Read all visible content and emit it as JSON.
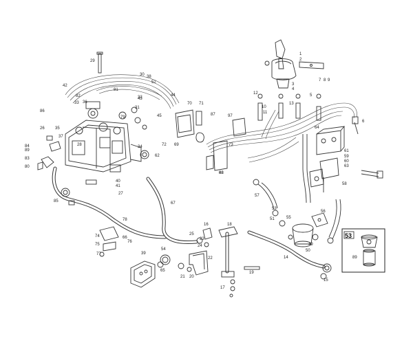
{
  "callouts": [
    {
      "id": "c29",
      "text": "29"
    },
    {
      "id": "c30",
      "text": "30"
    },
    {
      "id": "c38",
      "text": "38"
    },
    {
      "id": "c52",
      "text": "52"
    },
    {
      "id": "c42",
      "text": "42"
    },
    {
      "id": "c44",
      "text": "44"
    },
    {
      "id": "c81",
      "text": "81"
    },
    {
      "id": "c86",
      "text": "86"
    },
    {
      "id": "c26",
      "text": "26"
    },
    {
      "id": "c84",
      "text": "84"
    },
    {
      "id": "c89",
      "text": "89"
    },
    {
      "id": "c80",
      "text": "80"
    },
    {
      "id": "c83",
      "text": "83"
    },
    {
      "id": "c62",
      "text": "62"
    },
    {
      "id": "c72",
      "text": "72"
    },
    {
      "id": "c69",
      "text": "69"
    },
    {
      "id": "c70",
      "text": "70"
    },
    {
      "id": "c71",
      "text": "71"
    },
    {
      "id": "c67",
      "text": "67"
    },
    {
      "id": "c68",
      "text": "68"
    },
    {
      "id": "c57",
      "text": "57"
    },
    {
      "id": "c74",
      "text": "74"
    },
    {
      "id": "c75",
      "text": "75"
    },
    {
      "id": "c77",
      "text": "77"
    },
    {
      "id": "c76",
      "text": "76"
    },
    {
      "id": "c78",
      "text": "78"
    },
    {
      "id": "c66",
      "text": "66"
    },
    {
      "id": "c54",
      "text": "54"
    },
    {
      "id": "c39",
      "text": "39"
    },
    {
      "id": "c65",
      "text": "65"
    },
    {
      "id": "c21",
      "text": "21"
    },
    {
      "id": "c20",
      "text": "20"
    },
    {
      "id": "c22",
      "text": "22"
    },
    {
      "id": "c16",
      "text": "16"
    },
    {
      "id": "c18",
      "text": "18"
    },
    {
      "id": "c19",
      "text": "19"
    },
    {
      "id": "c17",
      "text": "17"
    },
    {
      "id": "c15",
      "text": "15"
    },
    {
      "id": "c14",
      "text": "14"
    },
    {
      "id": "c50",
      "text": "50"
    },
    {
      "id": "c49",
      "text": "49"
    },
    {
      "id": "c51",
      "text": "51"
    },
    {
      "id": "c58",
      "text": "58"
    },
    {
      "id": "c61",
      "text": "61"
    },
    {
      "id": "c59",
      "text": "59"
    },
    {
      "id": "c60",
      "text": "60"
    },
    {
      "id": "c63",
      "text": "63"
    },
    {
      "id": "c64",
      "text": "64"
    },
    {
      "id": "c73",
      "text": "73"
    },
    {
      "id": "c88",
      "text": "88"
    },
    {
      "id": "c87",
      "text": "87"
    },
    {
      "id": "c1",
      "text": "1"
    },
    {
      "id": "c2",
      "text": "2"
    },
    {
      "id": "c3",
      "text": "3"
    },
    {
      "id": "c4",
      "text": "4"
    },
    {
      "id": "c5",
      "text": "5"
    },
    {
      "id": "c6",
      "text": "6"
    },
    {
      "id": "c7",
      "text": "7"
    },
    {
      "id": "c8",
      "text": "8"
    },
    {
      "id": "c9",
      "text": "9"
    },
    {
      "id": "c10",
      "text": "10"
    },
    {
      "id": "c11",
      "text": "11"
    },
    {
      "id": "c12",
      "text": "12"
    },
    {
      "id": "c13",
      "text": "13"
    },
    {
      "id": "c33",
      "text": "33"
    },
    {
      "id": "c35",
      "text": "35"
    },
    {
      "id": "c36",
      "text": "36"
    },
    {
      "id": "c37",
      "text": "37"
    },
    {
      "id": "c40",
      "text": "40"
    },
    {
      "id": "c41",
      "text": "41"
    },
    {
      "id": "c43",
      "text": "43"
    },
    {
      "id": "c45",
      "text": "45"
    },
    {
      "id": "c27",
      "text": "27"
    },
    {
      "id": "c28",
      "text": "28"
    },
    {
      "id": "c31",
      "text": "31"
    },
    {
      "id": "c82",
      "text": "82"
    },
    {
      "id": "c32",
      "text": "32"
    },
    {
      "id": "c79",
      "text": "79"
    },
    {
      "id": "c97",
      "text": "97"
    },
    {
      "id": "c34",
      "text": "34"
    },
    {
      "id": "c25",
      "text": "25"
    },
    {
      "id": "c24",
      "text": "24"
    },
    {
      "id": "c23",
      "text": "23"
    },
    {
      "id": "c56",
      "text": "56"
    },
    {
      "id": "c53b",
      "text": "53"
    },
    {
      "id": "c55",
      "text": "55"
    },
    {
      "id": "c85",
      "text": "85"
    }
  ],
  "inset": {
    "title": "53",
    "part_label": "89"
  }
}
